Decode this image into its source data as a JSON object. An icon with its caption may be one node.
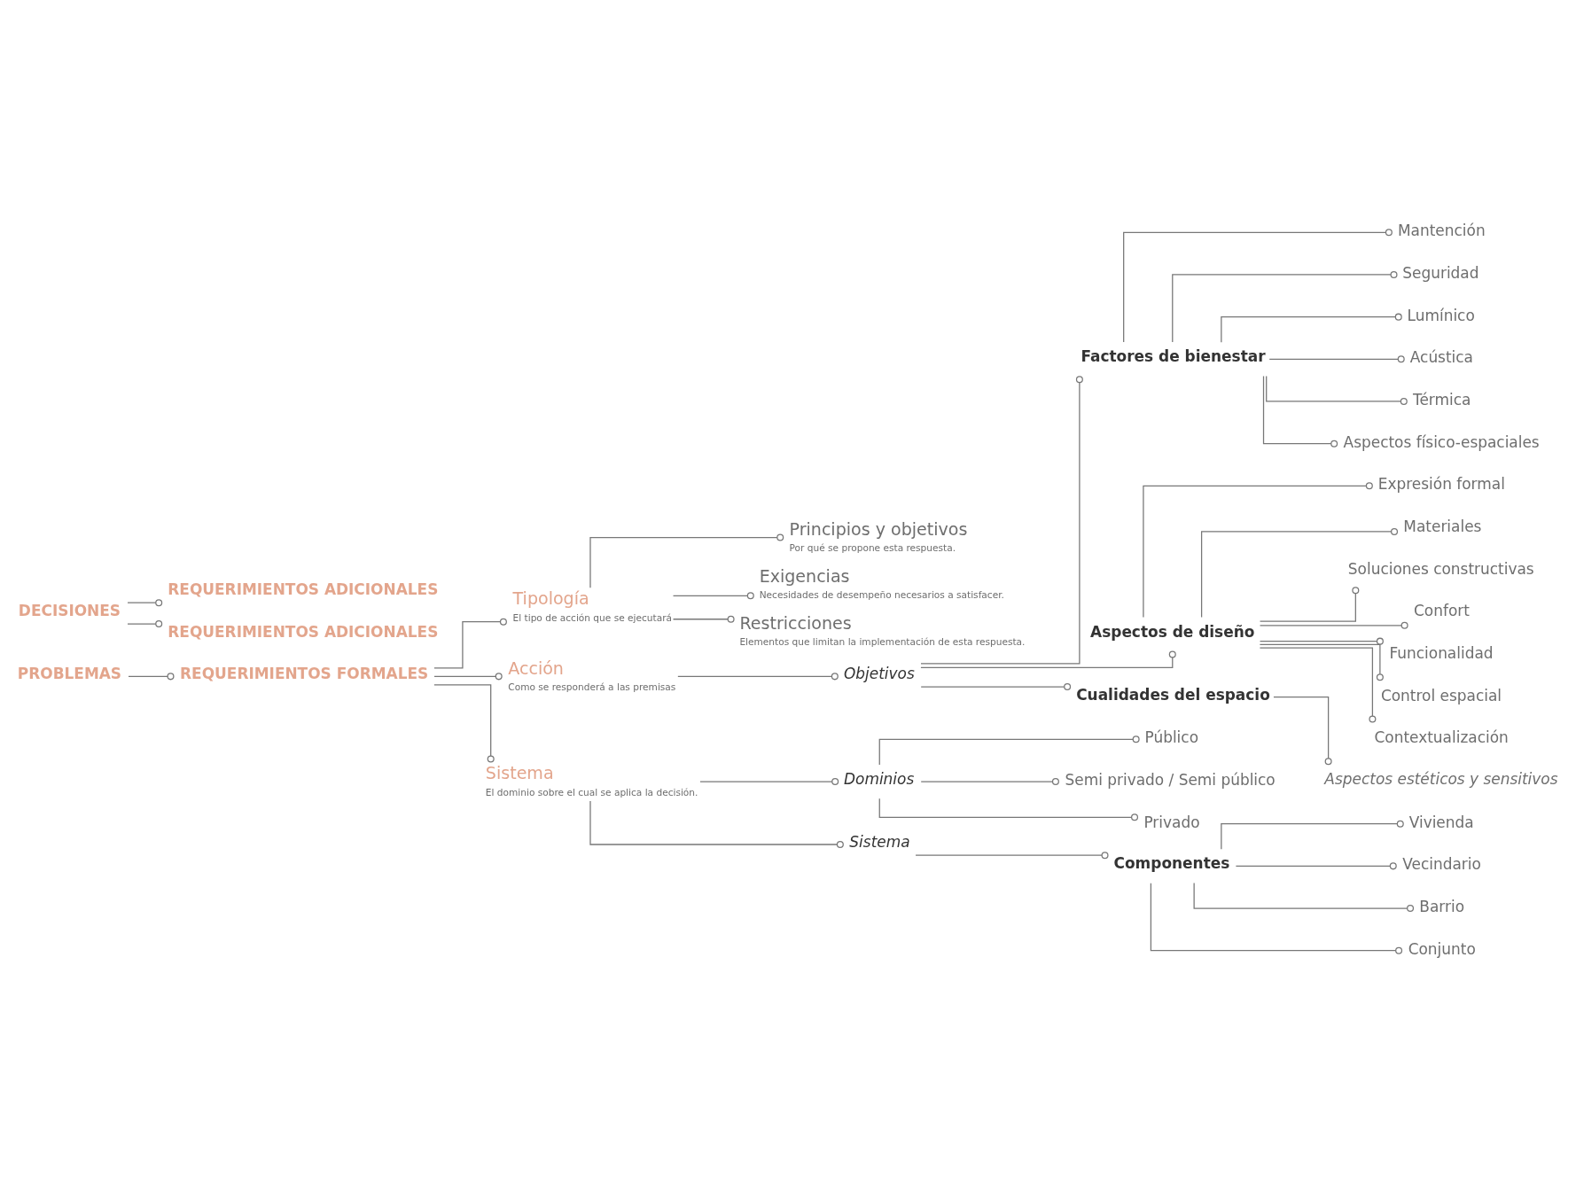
{
  "diagram": {
    "nodes": [
      {
        "text": [
          "PROBLEMAS"
        ]
      },
      {
        "text": [
          "REQUERIMIENTOS FORMALES"
        ]
      },
      {
        "text": [
          "Tipología",
          "El tipo de acción que se ejecutará"
        ]
      },
      {
        "text": [
          "Principios y objetivos",
          "Por qué se propone esta respuesta."
        ]
      },
      {
        "text": [
          "Exigencias",
          "Necesidades de desempeño necesarios a satisfacer."
        ]
      },
      {
        "text": [
          "Restricciones",
          "Elementos que limitan la implementación de esta respuesta."
        ]
      },
      {
        "text": [
          "Acción",
          "Como se responderá a las premisas"
        ]
      },
      {
        "text": [
          "Objetivos"
        ]
      },
      {
        "text": [
          "Factores de bienestar"
        ]
      },
      {
        "text": [
          "Mantención"
        ]
      },
      {
        "text": [
          "Seguridad"
        ]
      },
      {
        "text": [
          "Lumínico"
        ]
      },
      {
        "text": [
          "Acústica"
        ]
      },
      {
        "text": [
          "Térmica"
        ]
      },
      {
        "text": [
          "Aspectos físico-espaciales"
        ]
      },
      {
        "text": [
          "Aspectos de diseño"
        ]
      },
      {
        "text": [
          "Expresión formal"
        ]
      },
      {
        "text": [
          "Materiales"
        ]
      },
      {
        "text": [
          "Soluciones constructivas"
        ]
      },
      {
        "text": [
          "Confort"
        ]
      },
      {
        "text": [
          "Funcionalidad"
        ]
      },
      {
        "text": [
          "Control espacial"
        ]
      },
      {
        "text": [
          "Contextualización"
        ]
      },
      {
        "text": [
          "Cualidades del espacio"
        ]
      },
      {
        "text": [
          "Aspectos estéticos y sensitivos"
        ]
      },
      {
        "text": [
          "Sistema",
          "El dominio sobre el cual se aplica la decisión."
        ]
      },
      {
        "text": [
          "Dominios"
        ]
      },
      {
        "text": [
          "Público"
        ]
      },
      {
        "text": [
          "Semi privado / Semi público"
        ]
      },
      {
        "text": [
          "Privado"
        ]
      },
      {
        "text": [
          "Sistema"
        ]
      },
      {
        "text": [
          "Componentes"
        ]
      },
      {
        "text": [
          "Vivienda"
        ]
      },
      {
        "text": [
          "Vecindario"
        ]
      },
      {
        "text": [
          "Barrio"
        ]
      },
      {
        "text": [
          "Conjunto"
        ]
      },
      {
        "text": [
          "DECISIONES"
        ]
      },
      {
        "text": [
          "REQUERIMIENTOS ADICIONALES"
        ]
      },
      {
        "text": [
          "REQUERIMIENTOS ADICIONALES"
        ]
      }
    ],
    "edges": [
      {
        "from": 0,
        "to": 1,
        "arrow": "other"
      },
      {
        "from": 1,
        "to": 2,
        "arrow": "other"
      },
      {
        "from": 1,
        "to": 6,
        "arrow": "other"
      },
      {
        "from": 1,
        "to": 25,
        "arrow": "other"
      },
      {
        "from": 2,
        "to": 3,
        "arrow": "other"
      },
      {
        "from": 2,
        "to": 4,
        "arrow": "other"
      },
      {
        "from": 2,
        "to": 5,
        "arrow": "other"
      },
      {
        "from": 6,
        "to": 7,
        "arrow": "other"
      },
      {
        "from": 7,
        "to": 8,
        "arrow": "other"
      },
      {
        "from": 7,
        "to": 15,
        "arrow": "other"
      },
      {
        "from": 7,
        "to": 23,
        "arrow": "other"
      },
      {
        "from": 8,
        "to": 9,
        "arrow": "other"
      },
      {
        "from": 8,
        "to": 10,
        "arrow": "other"
      },
      {
        "from": 8,
        "to": 11,
        "arrow": "other"
      },
      {
        "from": 8,
        "to": 12,
        "arrow": "other"
      },
      {
        "from": 8,
        "to": 13,
        "arrow": "other"
      },
      {
        "from": 8,
        "to": 14,
        "arrow": "other"
      },
      {
        "from": 15,
        "to": 16,
        "arrow": "other"
      },
      {
        "from": 15,
        "to": 17,
        "arrow": "other"
      },
      {
        "from": 15,
        "to": 18,
        "arrow": "other"
      },
      {
        "from": 15,
        "to": 19,
        "arrow": "other"
      },
      {
        "from": 15,
        "to": 20,
        "arrow": "other"
      },
      {
        "from": 15,
        "to": 21,
        "arrow": "other"
      },
      {
        "from": 15,
        "to": 22,
        "arrow": "other"
      },
      {
        "from": 23,
        "to": 24,
        "arrow": "other"
      },
      {
        "from": 25,
        "to": 26,
        "arrow": "other"
      },
      {
        "from": 25,
        "to": 30,
        "arrow": "other"
      },
      {
        "from": 26,
        "to": 27,
        "arrow": "other"
      },
      {
        "from": 26,
        "to": 28,
        "arrow": "other"
      },
      {
        "from": 26,
        "to": 29,
        "arrow": "other"
      },
      {
        "from": 30,
        "to": 31,
        "arrow": "other"
      },
      {
        "from": 31,
        "to": 32,
        "arrow": "other"
      },
      {
        "from": 31,
        "to": 33,
        "arrow": "other"
      },
      {
        "from": 31,
        "to": 34,
        "arrow": "other"
      },
      {
        "from": 31,
        "to": 35,
        "arrow": "other"
      },
      {
        "from": 36,
        "to": 37,
        "arrow": "other"
      },
      {
        "from": 36,
        "to": 38,
        "arrow": "other"
      }
    ]
  }
}
